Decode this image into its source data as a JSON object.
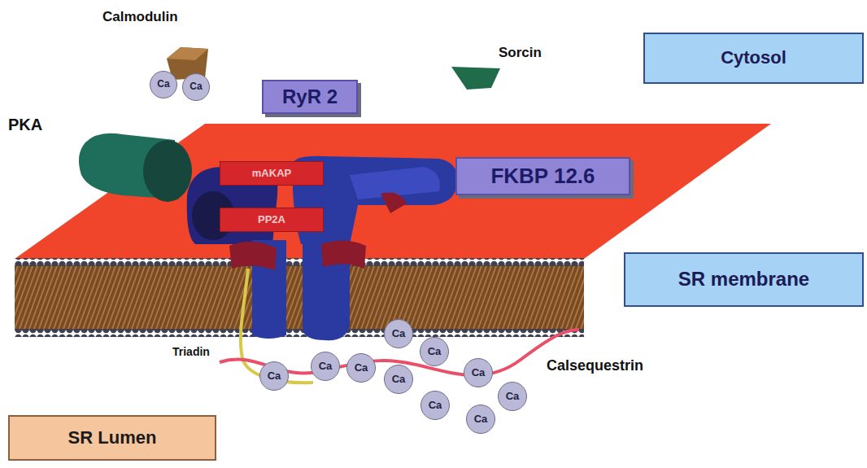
{
  "diagram": {
    "nodes": [
      {
        "text": [
          "Ca"
        ]
      },
      {
        "text": [
          "Ca"
        ]
      },
      {
        "text": [
          "RyR 2"
        ]
      },
      {
        "text": [
          "Cytosol"
        ]
      },
      {
        "text": [
          "mAKAP"
        ]
      },
      {
        "text": [
          "FKBP 12.6"
        ]
      },
      {
        "text": [
          "PP2A"
        ]
      },
      {
        "text": [
          "SR membrane"
        ]
      },
      {
        "text": [
          "Ca"
        ]
      },
      {
        "text": [
          "Ca"
        ]
      },
      {
        "text": [
          "Ca"
        ]
      },
      {
        "text": [
          "Ca"
        ]
      },
      {
        "text": [
          "Ca"
        ]
      },
      {
        "text": [
          "Ca"
        ]
      },
      {
        "text": [
          "Ca"
        ]
      },
      {
        "text": [
          "Ca"
        ]
      },
      {
        "text": [
          "Ca"
        ]
      },
      {
        "text": [
          "Ca"
        ]
      },
      {
        "text": [
          "SR Lumen"
        ]
      }
    ],
    "labels": [
      "Calmodulin",
      "Sorcin",
      "PKA",
      "Triadin",
      "Calsequestrin"
    ]
  }
}
